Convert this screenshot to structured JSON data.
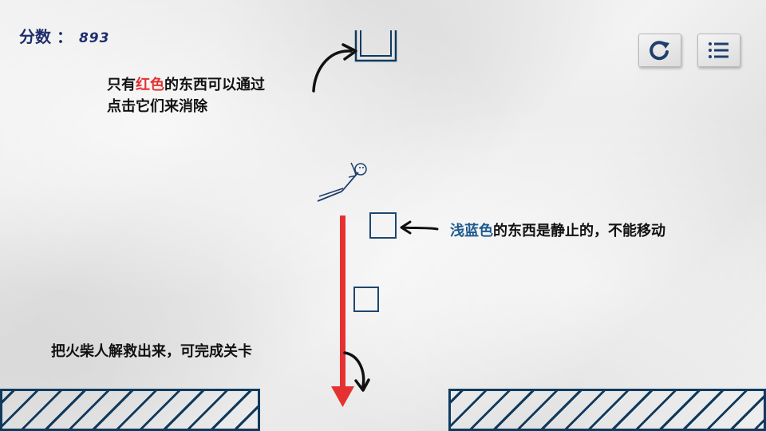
{
  "hud": {
    "score_label": "分数 ：",
    "score_value": "893"
  },
  "buttons": {
    "restart_icon": "restart-icon",
    "menu_icon": "menu-list-icon"
  },
  "tips": {
    "red_prefix": "只有",
    "red_word": "红色",
    "red_suffix": "的东西可以通过",
    "red_line2": "点击它们来消除",
    "blue_word": "浅蓝色",
    "blue_suffix": "的东西是静止的，不能移动",
    "rescue": "把火柴人解救出来，可完成关卡"
  },
  "colors": {
    "removable": "#e53131",
    "static": "#1e5a8e",
    "ink": "#0f3a5e"
  }
}
